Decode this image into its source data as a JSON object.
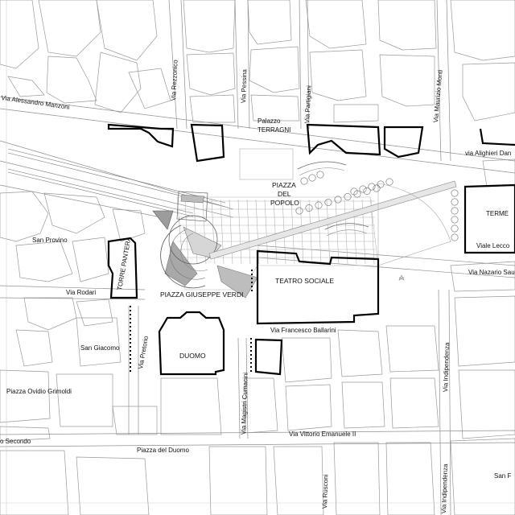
{
  "map": {
    "labels": {
      "via_alessandro_manzoni": "Via Alessandro Manzoni",
      "via_rezzonico": "Via Rezzonico",
      "via_pessina": "Via Pessina",
      "palazzo_terragni_1": "Palazzo",
      "palazzo_terragni_2": "TERRAGNI",
      "via_partigiani": "Via Partigiani",
      "via_maurizio_monti": "Via Maurizio Monti",
      "via_alighieri_dante": "via Alighieri Dan",
      "terme": "TERME",
      "piazza_del_popolo_1": "PIAZZA",
      "piazza_del_popolo_2": "DEL",
      "piazza_del_popolo_3": "POPOLO",
      "viale_lecco": "Viale Lecco",
      "via_nazario_sauro": "Via Nazario Sau",
      "san_provino": "San Provino",
      "torre_pantera": "TORRE PANTERA",
      "via_rodari": "Via Rodari",
      "piazza_giuseppe_verdi": "PIAZZA GIUSEPPE VERDI",
      "teatro_sociale": "TEATRO SOCIALE",
      "via_francesco_ballarini": "Via  Francesco Ballarini",
      "san_giacomo": "San Giacomo",
      "via_pretorio": "Via Pretorio",
      "duomo": "DUOMO",
      "via_magistri_cumacini": "Via Magistri Cumacini",
      "via_indipendenza_1": "Via Indipendenza",
      "piazza_ovidio_grimoldi": "Piazza Ovidio Grimoldi",
      "via_vittorio_emanuele": "Via Vittorio Emanuele II",
      "secondo": "o Secondo",
      "piazza_del_duomo": "Piazza del Duomo",
      "via_rusconi": "Via Rusconi",
      "via_indipendenza_2": "Via Indipendenza",
      "san_f": "San F"
    },
    "colors": {
      "background": "#ffffff",
      "building_outline": "#9a9a9a",
      "highlight_outline": "#000000",
      "grid": "#b5b5b5",
      "grey_fill": "#9c9c9c",
      "light_grey_fill": "#d6d6d6"
    }
  }
}
